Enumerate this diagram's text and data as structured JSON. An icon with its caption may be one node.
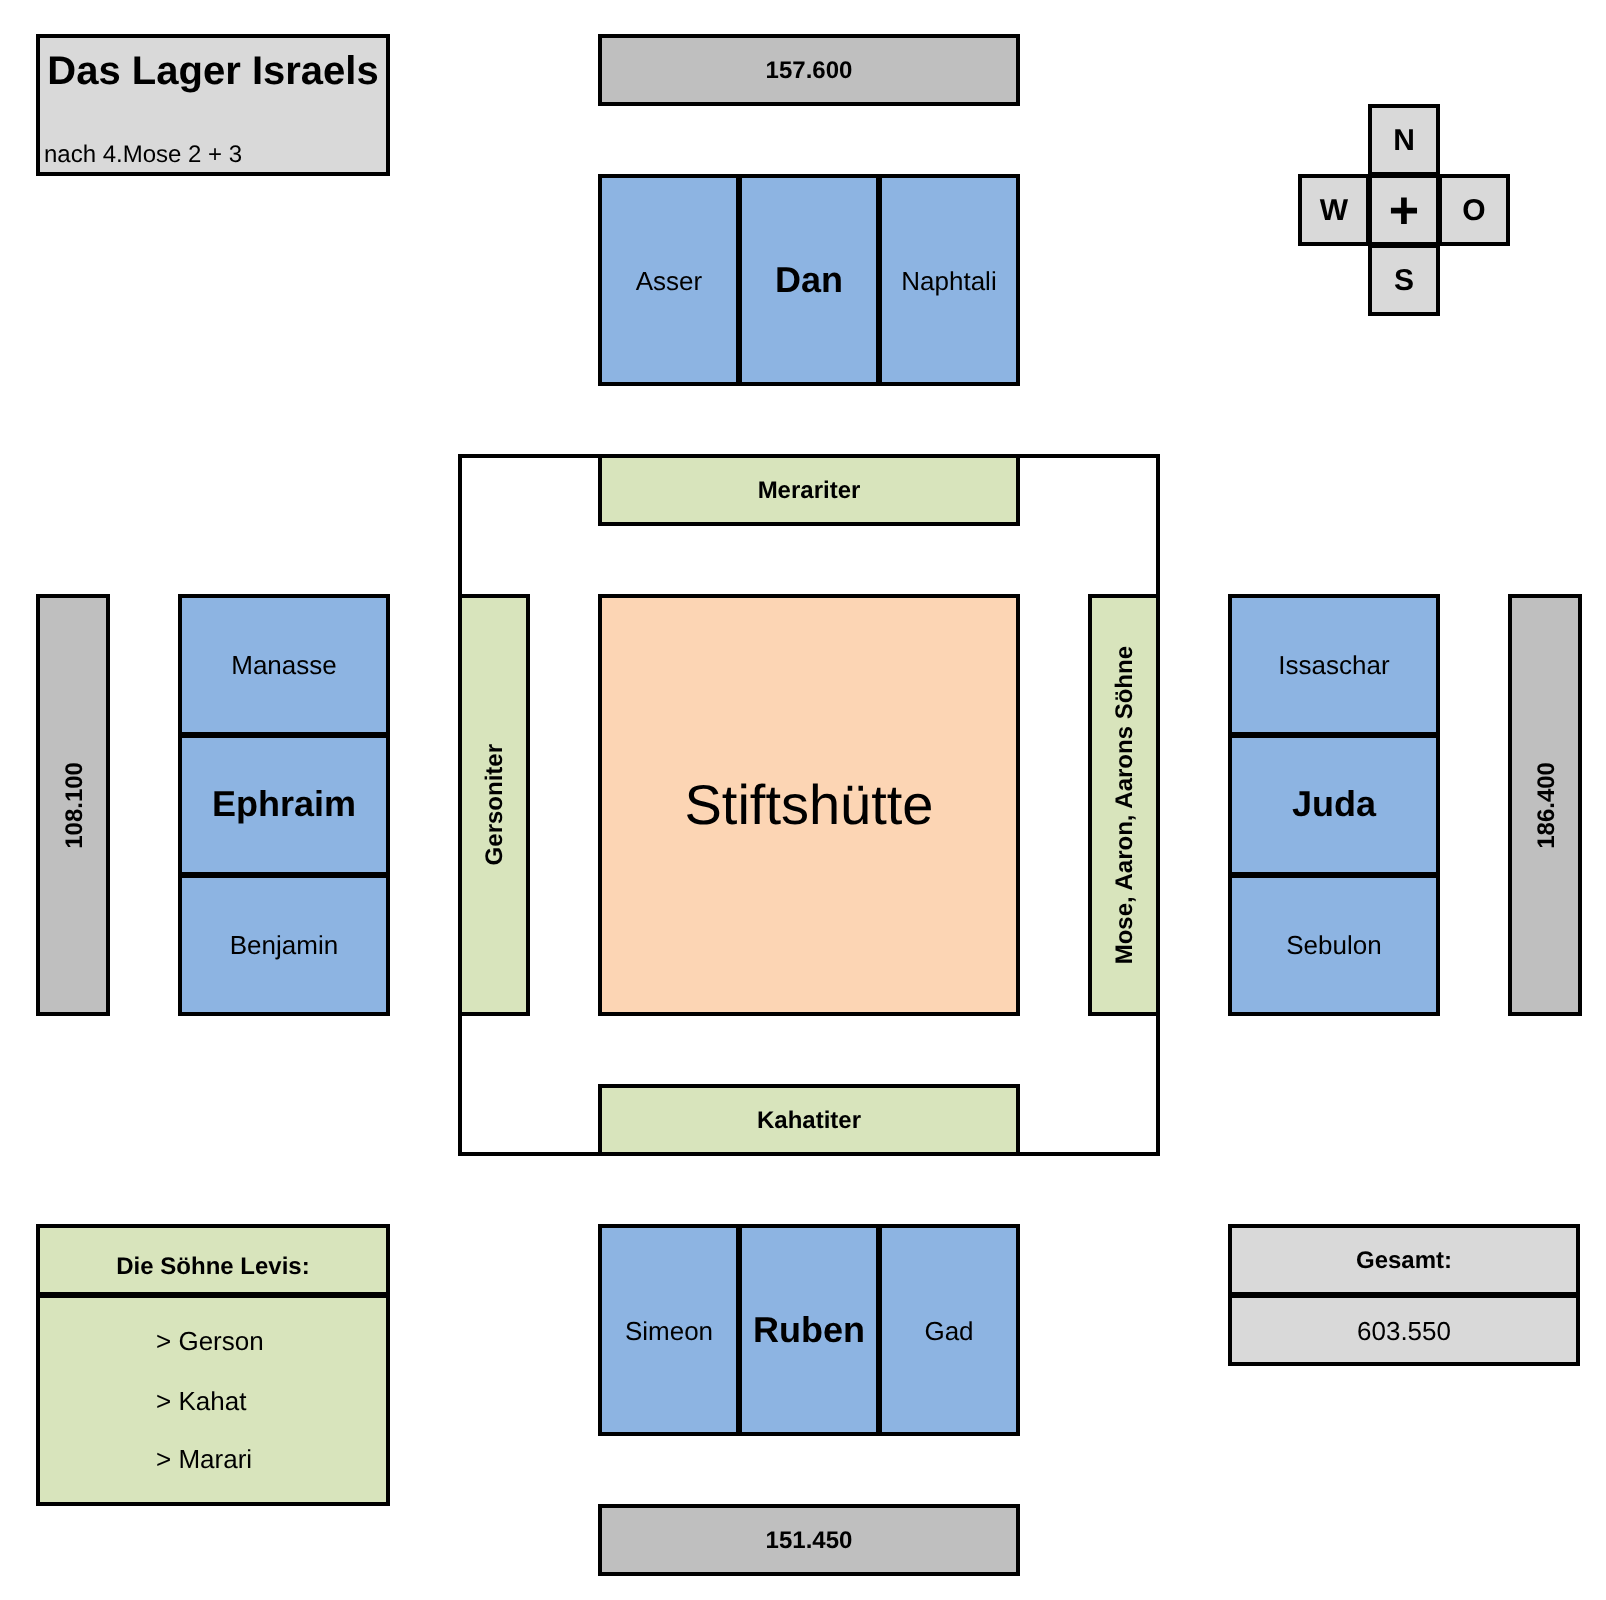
{
  "diagram": {
    "nodes": [
      {
        "text": [
          "Das Lager Israels",
          "nach 4.Mose 2 + 3"
        ]
      },
      {
        "text": [
          "157.600"
        ]
      },
      {
        "text": [
          "N"
        ]
      },
      {
        "text": [
          "W"
        ]
      },
      {
        "text": [
          "+"
        ]
      },
      {
        "text": [
          "O"
        ]
      },
      {
        "text": [
          "S"
        ]
      },
      {
        "text": [
          "Asser"
        ]
      },
      {
        "text": [
          "Dan"
        ]
      },
      {
        "text": [
          "Naphtali"
        ]
      },
      {
        "text": [],
        "shape": "box"
      },
      {
        "text": [
          "Merariter"
        ],
        "in": 10
      },
      {
        "text": [
          "108.100"
        ]
      },
      {
        "text": [
          "Manasse"
        ]
      },
      {
        "text": [
          "Ephraim"
        ]
      },
      {
        "text": [
          "Benjamin"
        ]
      },
      {
        "text": [
          "Gersoniter"
        ],
        "in": 10
      },
      {
        "text": [
          "Stiftshütte"
        ],
        "in": 10
      },
      {
        "text": [
          "Mose, Aaron, Aarons Söhne"
        ],
        "in": 10
      },
      {
        "text": [
          "Issaschar"
        ]
      },
      {
        "text": [
          "Juda"
        ]
      },
      {
        "text": [
          "Sebulon"
        ]
      },
      {
        "text": [
          "186.400"
        ]
      },
      {
        "text": [
          "Kahatiter"
        ],
        "in": 10
      },
      {
        "text": [
          "Die Söhne Levis:"
        ]
      },
      {
        "text": [
          "> Gerson",
          "> Kahat",
          "> Marari"
        ]
      },
      {
        "text": [
          "Simeon"
        ]
      },
      {
        "text": [
          "Ruben"
        ]
      },
      {
        "text": [
          "Gad"
        ]
      },
      {
        "text": [
          "Gesamt:"
        ]
      },
      {
        "text": [
          "603.550"
        ]
      },
      {
        "text": [
          "151.450"
        ]
      }
    ]
  }
}
